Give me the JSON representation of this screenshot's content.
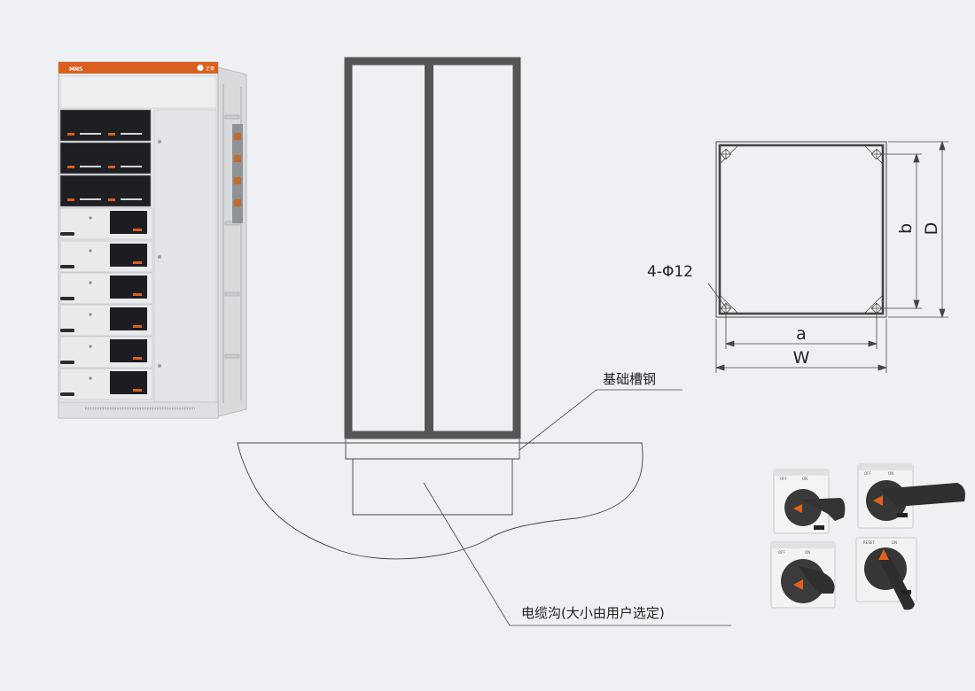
{
  "cabinet": {
    "badge": "MNS",
    "brand": "正泰"
  },
  "labels": {
    "foundation": "基础槽钢",
    "trench": "电缆沟(大小由用户选定)",
    "holes": "4-Φ12",
    "dim_b": "b",
    "dim_D": "D",
    "dim_a": "a",
    "dim_W": "W"
  },
  "colors": {
    "background": "#eef0f3",
    "frame": "#555555",
    "accent_orange": "#d9601e",
    "switch_knob": "#3a3a3a"
  },
  "switch_marks": {
    "on": "ON",
    "off": "OFF",
    "reset": "RESET"
  }
}
